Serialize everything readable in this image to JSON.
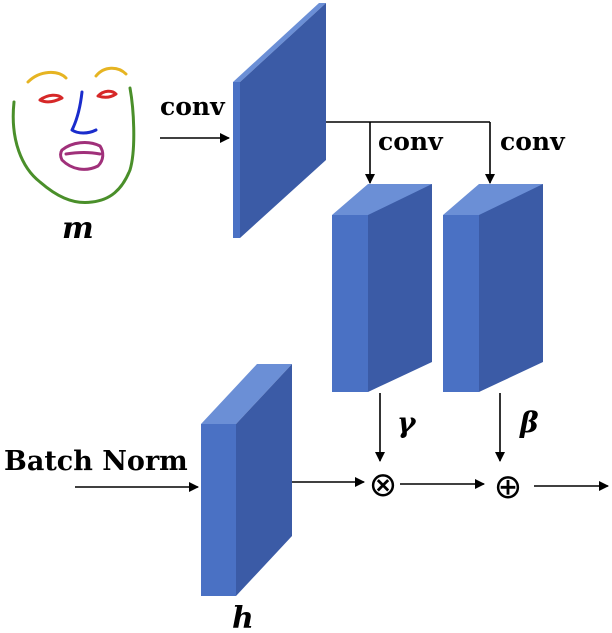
{
  "labels": {
    "conv_main": "conv",
    "conv_gamma": "conv",
    "conv_beta": "conv",
    "mask_var": "m",
    "feature_var": "h",
    "gamma": "γ",
    "beta": "β",
    "batch_norm": "Batch Norm",
    "multiply_op": "⊗",
    "add_op": "⊕"
  },
  "colors": {
    "block_front": "#4a71c4",
    "block_side": "#3b5ba6",
    "block_top": "#6b8fd6",
    "face_eyebrows": "#e6b422",
    "face_eyes": "#d62828",
    "face_nose": "#1a2ccc",
    "face_mouth": "#a0307a",
    "face_outline": "#4a8f2a"
  }
}
